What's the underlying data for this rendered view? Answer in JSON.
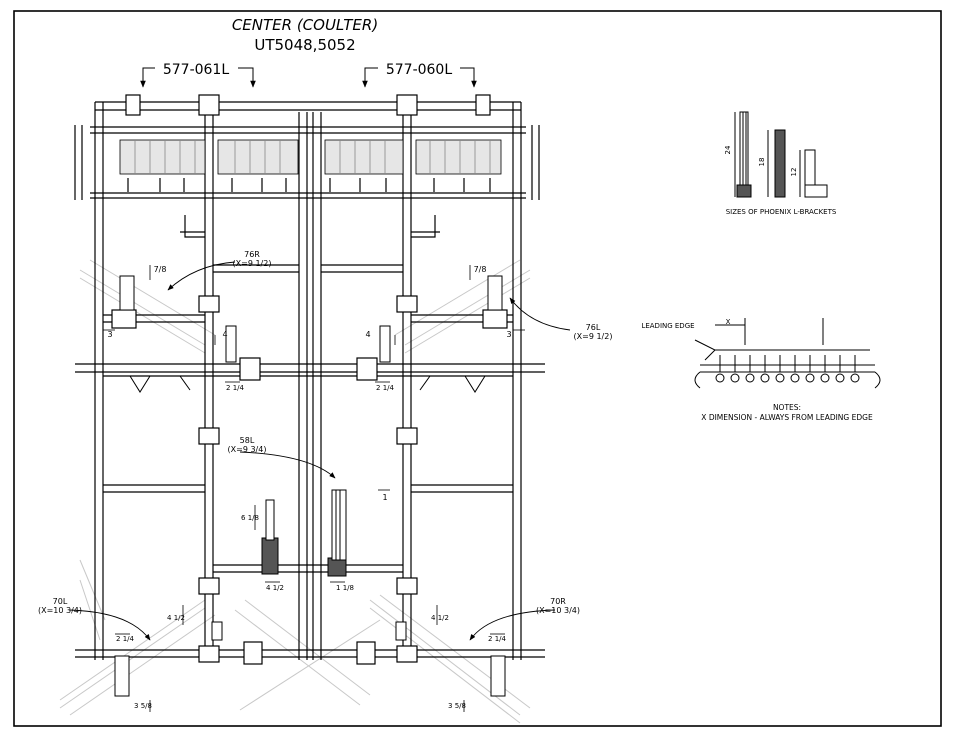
{
  "title": {
    "line1": "CENTER (COULTER)",
    "line2": "UT5048,5052"
  },
  "part_numbers": {
    "left": "577-061L",
    "right": "577-060L"
  },
  "callouts": {
    "c76r": {
      "name": "76R",
      "x": "(X=9 1/2)"
    },
    "c76l": {
      "name": "76L",
      "x": "(X=9 1/2)"
    },
    "c58l": {
      "name": "58L",
      "x": "(X=9 3/4)"
    },
    "c70l": {
      "name": "70L",
      "x": "(X=10 3/4)"
    },
    "c70r": {
      "name": "70R",
      "x": "(X=10 3/4)"
    }
  },
  "dimensions": {
    "d_7_8_left": "7/8",
    "d_7_8_right": "7/8",
    "d_3_left": "3",
    "d_3_right": "3",
    "d_4_left": "4",
    "d_4_right": "4",
    "d_2_1_4_left": "2 1/4",
    "d_2_1_4_right": "2 1/4",
    "d_1_center": "1",
    "d_6_1_8": "6 1/8",
    "d_4_1_2_center": "4 1/2",
    "d_1_1_8": "1 1/8",
    "d_4_1_2_left": "4 1/2",
    "d_4_1_2_right": "4 1/2",
    "d_2_1_4_bl": "2 1/4",
    "d_2_1_4_br": "2 1/4",
    "d_3_5_8_left": "3 5/8",
    "d_3_5_8_right": "3 5/8"
  },
  "brackets": {
    "title": "SIZES OF PHOENIX L-BRACKETS",
    "sizes": [
      "24",
      "18",
      "12"
    ]
  },
  "detail": {
    "leading_edge": "LEADING EDGE",
    "x_label": "X",
    "notes_title": "NOTES:",
    "notes_text": "X DIMENSION - ALWAYS FROM LEADING EDGE"
  }
}
